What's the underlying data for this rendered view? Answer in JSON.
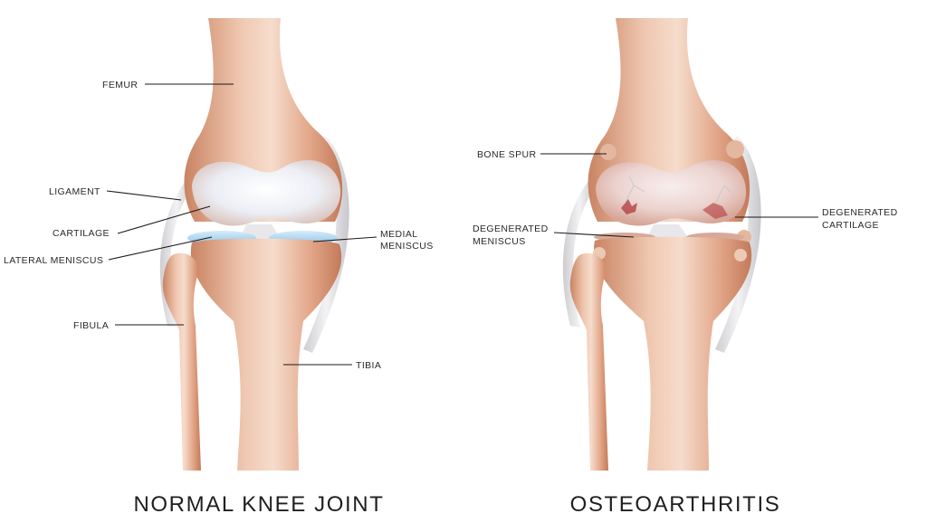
{
  "normal": {
    "caption": "NORMAL KNEE JOINT",
    "labels": {
      "femur": "FEMUR",
      "ligament": "LIGAMENT",
      "cartilage": "CARTILAGE",
      "lateral_meniscus": "LATERAL MENISCUS",
      "medial_meniscus_1": "MEDIAL",
      "medial_meniscus_2": "MENISCUS",
      "fibula": "FIBULA",
      "tibia": "TIBIA"
    }
  },
  "osteoarthritis": {
    "caption": "OSTEOARTHRITIS",
    "labels": {
      "bone_spur": "BONE SPUR",
      "degenerated_meniscus_1": "DEGENERATED",
      "degenerated_meniscus_2": "MENISCUS",
      "degenerated_cartilage_1": "DEGENERATED",
      "degenerated_cartilage_2": "CARTILAGE"
    }
  },
  "colors": {
    "bone_light": "#f4d6c3",
    "bone_mid": "#e3a98a",
    "bone_dark": "#c9805e",
    "cartilage": "#eef0f6",
    "meniscus": "#a9d4ef",
    "damage": "#b23a3a"
  }
}
